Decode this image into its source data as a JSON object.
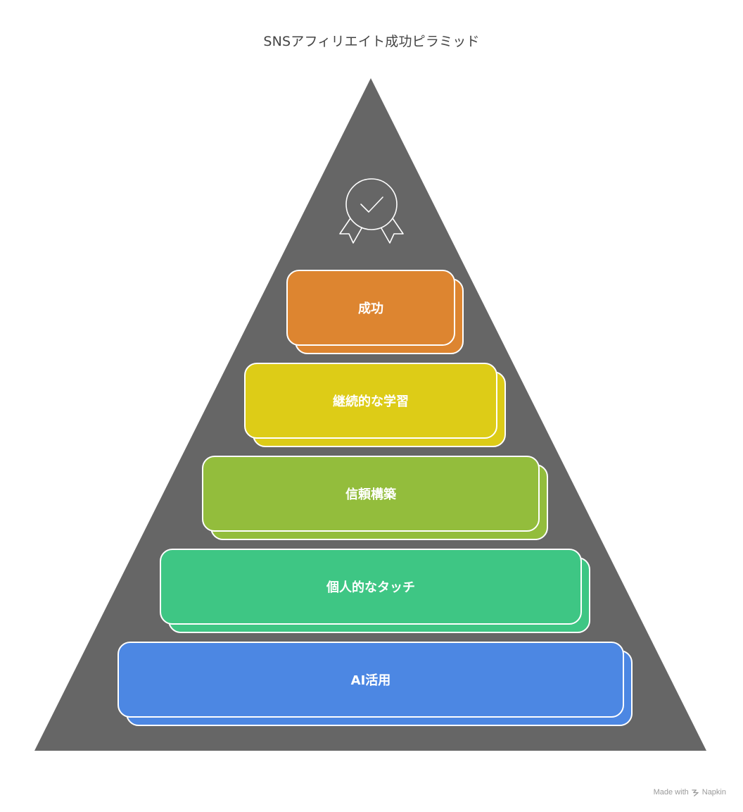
{
  "title": "SNSアフィリエイト成功ピラミッド",
  "top_icon": "award-ribbon-check-icon",
  "tiers": [
    {
      "label": "成功",
      "color": "#DD8530"
    },
    {
      "label": "継続的な学習",
      "color": "#DDCC17"
    },
    {
      "label": "信頼構築",
      "color": "#93BD3C"
    },
    {
      "label": "個人的なタッチ",
      "color": "#3EC684"
    },
    {
      "label": "AI活用",
      "color": "#4C87E3"
    }
  ],
  "pyramid_color": "#666666",
  "watermark": {
    "prefix": "Made with",
    "brand": "Napkin"
  }
}
